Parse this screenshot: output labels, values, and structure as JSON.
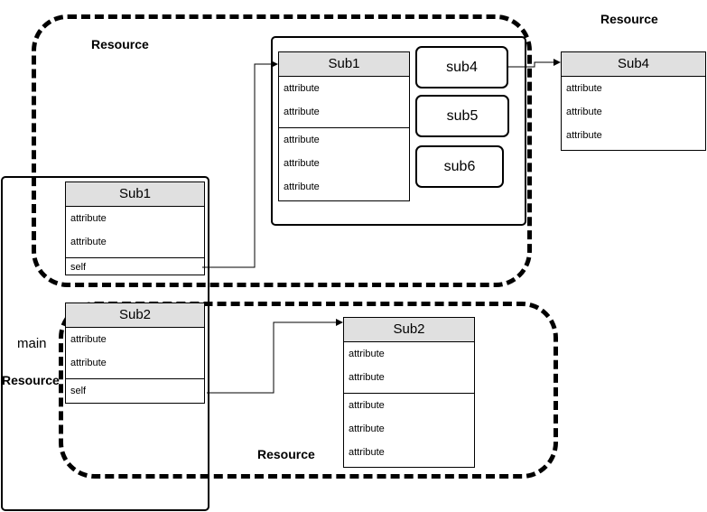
{
  "regions": {
    "top_resource": "Resource",
    "outer_right_resource": "Resource",
    "main_resource": "Resource",
    "bottom_resource": "Resource"
  },
  "main_label": "main",
  "classes": {
    "sub1_main": {
      "title": "Sub1",
      "attrs": [
        "attribute",
        "attribute"
      ],
      "methods": [
        "self"
      ]
    },
    "sub2_main": {
      "title": "Sub2",
      "attrs": [
        "attribute",
        "attribute"
      ],
      "methods": [
        "self"
      ]
    },
    "sub1_target": {
      "title": "Sub1",
      "attrs": [
        "attribute",
        "attribute"
      ],
      "methods": [
        "attribute",
        "attribute",
        "attribute"
      ]
    },
    "sub2_target": {
      "title": "Sub2",
      "attrs": [
        "attribute",
        "attribute"
      ],
      "methods": [
        "attribute",
        "attribute",
        "attribute"
      ]
    },
    "sub4_target": {
      "title": "Sub4",
      "attrs": [
        "attribute",
        "attribute",
        "attribute"
      ]
    }
  },
  "boxes": {
    "sub4": "sub4",
    "sub5": "sub5",
    "sub6": "sub6"
  }
}
